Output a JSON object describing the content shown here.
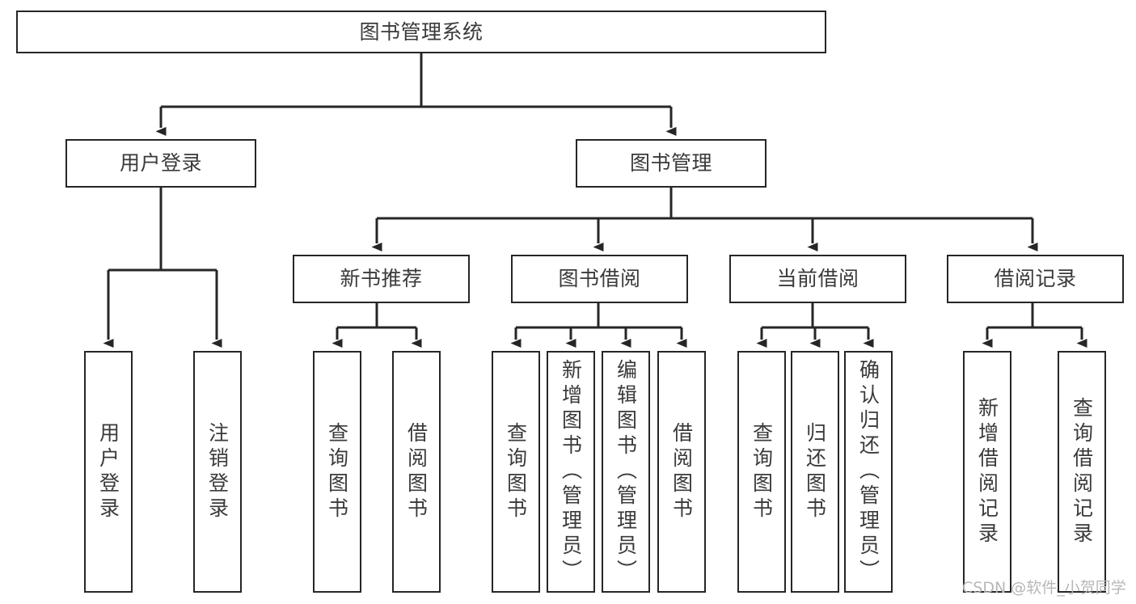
{
  "diagram": {
    "type": "tree-hierarchy-diagram",
    "title": "图书管理系统",
    "orientation": "top-down",
    "colors": {
      "box_border": "#262626",
      "box_fill": "#ffffff",
      "text": "#3a3a3a",
      "edge": "#262626",
      "watermark": "#b7b7b7",
      "background": "#ffffff"
    },
    "root": {
      "id": "root",
      "label": "图书管理系统"
    },
    "level2": [
      {
        "id": "user-login",
        "label": "用户登录"
      },
      {
        "id": "book-management",
        "label": "图书管理"
      }
    ],
    "level3": [
      {
        "id": "new-book-recommend",
        "label": "新书推荐",
        "parent": "book-management"
      },
      {
        "id": "book-borrow",
        "label": "图书借阅",
        "parent": "book-management"
      },
      {
        "id": "current-borrow",
        "label": "当前借阅",
        "parent": "book-management"
      },
      {
        "id": "borrow-record",
        "label": "借阅记录",
        "parent": "book-management"
      }
    ],
    "leaves": [
      {
        "id": "leaf-user-login",
        "label": "用户登录",
        "parent": "user-login"
      },
      {
        "id": "leaf-user-logout",
        "label": "注销登录",
        "parent": "user-login"
      },
      {
        "id": "leaf-query-books-rec",
        "label": "查询图书",
        "parent": "new-book-recommend"
      },
      {
        "id": "leaf-borrow-books-rec",
        "label": "借阅图书",
        "parent": "new-book-recommend"
      },
      {
        "id": "leaf-query-books-borrow",
        "label": "查询图书",
        "parent": "book-borrow"
      },
      {
        "id": "leaf-add-book-admin",
        "label": "新增图书（管理员）",
        "parent": "book-borrow"
      },
      {
        "id": "leaf-edit-book-admin",
        "label": "编辑图书（管理员）",
        "parent": "book-borrow"
      },
      {
        "id": "leaf-borrow-book",
        "label": "借阅图书",
        "parent": "book-borrow"
      },
      {
        "id": "leaf-query-books-current",
        "label": "查询图书",
        "parent": "current-borrow"
      },
      {
        "id": "leaf-return-book",
        "label": "归还图书",
        "parent": "current-borrow"
      },
      {
        "id": "leaf-confirm-return-admin",
        "label": "确认归还（管理员）",
        "parent": "current-borrow"
      },
      {
        "id": "leaf-add-borrow-record",
        "label": "新增借阅记录",
        "parent": "borrow-record"
      },
      {
        "id": "leaf-query-borrow-record",
        "label": "查询借阅记录",
        "parent": "borrow-record"
      }
    ],
    "watermark": "CSDN @软件_小贺同学"
  }
}
